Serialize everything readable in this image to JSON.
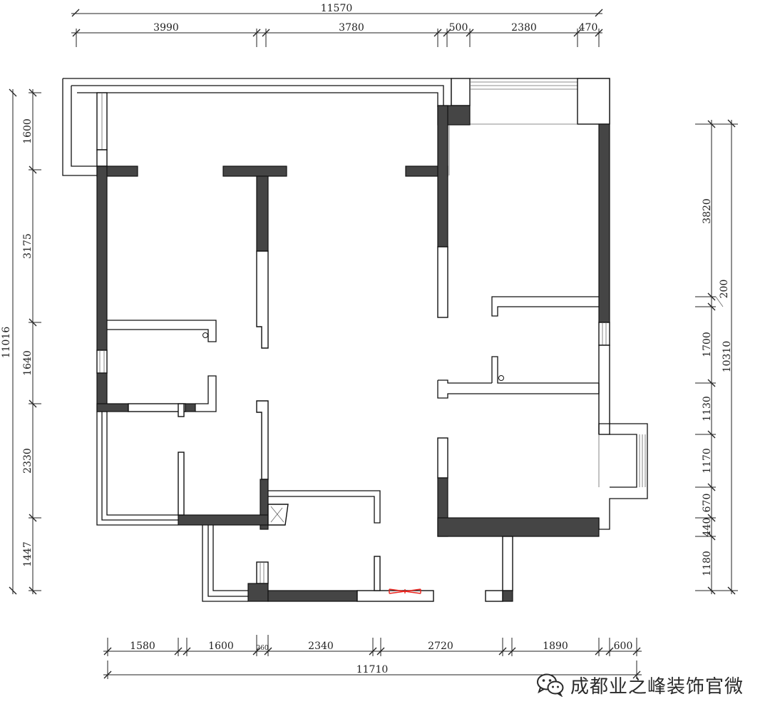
{
  "top_dims": {
    "total": "11570",
    "segments": [
      "3990",
      "3780",
      "500",
      "2380",
      "470"
    ]
  },
  "left_dims": {
    "total": "11016",
    "segments": [
      "1600",
      "3175",
      "1640",
      "2330",
      "1447"
    ]
  },
  "right_dims": {
    "total": "10310",
    "segments": [
      "3820",
      "200",
      "1700",
      "1130",
      "1170",
      "670",
      "440",
      "1180"
    ]
  },
  "bottom_dims": {
    "total": "11710",
    "segments": [
      "1580",
      "1600",
      "260",
      "2340",
      "2720",
      "1890",
      "600"
    ]
  },
  "watermark": {
    "text": "成都业之峰装饰官微",
    "icon": "wechat-icon"
  },
  "colors": {
    "structural_wall": "#454545",
    "marker": "#e8221c"
  }
}
